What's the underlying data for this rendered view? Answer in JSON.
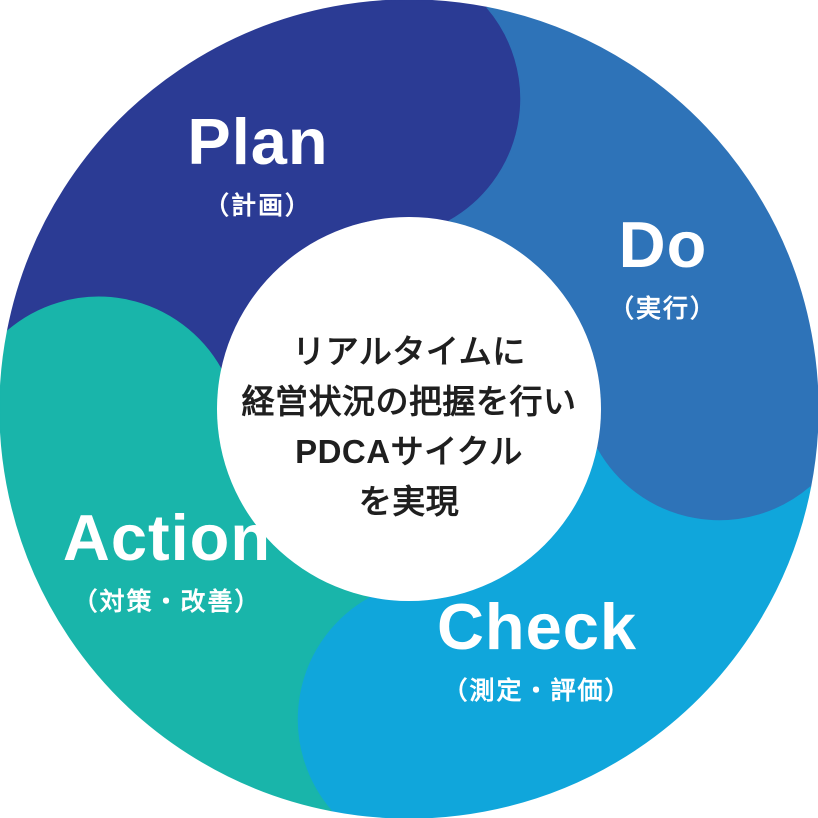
{
  "theme": {
    "background": "#ffffff",
    "label_color": "#ffffff",
    "center_text_color": "#1f1f1f"
  },
  "diagram": {
    "center_text": {
      "lines": [
        "リアルタイムに",
        "経営状況の把握を行い",
        "PDCAサイクル",
        "を実現"
      ]
    },
    "segments": [
      {
        "id": "plan",
        "label": "Plan",
        "sublabel": "（計画）",
        "color": "#2b3b94"
      },
      {
        "id": "do",
        "label": "Do",
        "sublabel": "（実行）",
        "color": "#2e73b8"
      },
      {
        "id": "check",
        "label": "Check",
        "sublabel": "（測定・評価）",
        "color": "#10a6db"
      },
      {
        "id": "action",
        "label": "Action",
        "sublabel": "（対策・改善）",
        "color": "#19b5aa"
      }
    ]
  }
}
